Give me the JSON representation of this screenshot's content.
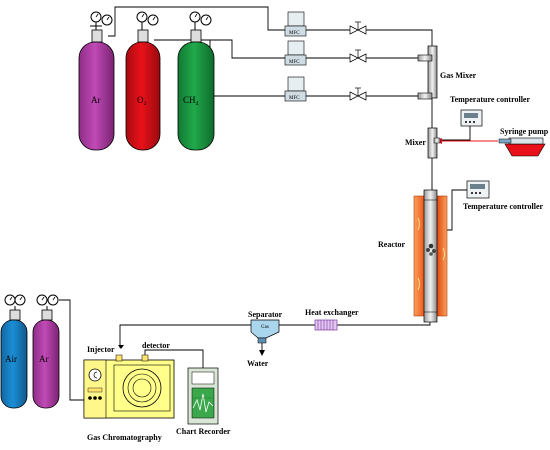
{
  "cylinders_top": [
    {
      "label": "Ar",
      "color": "#c04ab6"
    },
    {
      "label": "O₂",
      "color": "#e8111a"
    },
    {
      "label": "CH₄",
      "color": "#21a94a"
    }
  ],
  "cylinders_bottom": [
    {
      "label": "Air",
      "color": "#1b8ed6"
    },
    {
      "label": "Ar",
      "color": "#c04ab6"
    }
  ],
  "mfc_label": "MFC",
  "labels": {
    "gas_mixer": "Gas Mixer",
    "temp_controller_1": "Temperature controller",
    "syringe_pump": "Syringe pump",
    "mixer": "Mixer",
    "temp_controller_2": "Temperature controller",
    "reactor": "Reactor",
    "heat_exchanger": "Heat exchanger",
    "separator": "Separator",
    "separator_inner": "Gas",
    "water": "Water",
    "injector": "Injector",
    "detector": "detector",
    "gas_chromatography": "Gas Chromatography",
    "chart_recorder": "Chart Recorder"
  },
  "colors": {
    "reactor_orange": "#f27a2c",
    "gc_yellow": "#ffff8a",
    "heat_exchanger": "#b36bd8",
    "syringe_red": "#e8111a",
    "arrow_red": "#e8111a",
    "recorder_green": "#3aa84a"
  }
}
